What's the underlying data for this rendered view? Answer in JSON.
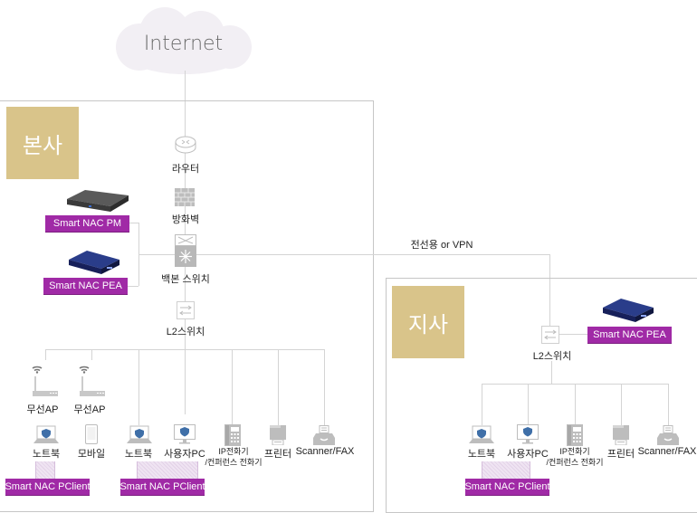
{
  "internet": {
    "label": "Internet"
  },
  "connection": {
    "label": "전선용 or VPN"
  },
  "hq": {
    "title": "본사",
    "core": [
      {
        "id": "router",
        "label": "라우터",
        "icon": "router-icon"
      },
      {
        "id": "firewall",
        "label": "방화벽",
        "icon": "firewall-icon"
      },
      {
        "id": "backbone",
        "label": "백본 스위치",
        "icon": "backbone-switch-icon"
      },
      {
        "id": "l2",
        "label": "L2스위치",
        "icon": "l2-switch-icon"
      }
    ],
    "appliances": [
      {
        "label": "Smart NAC PM",
        "icon": "appliance-gray-icon"
      },
      {
        "label": "Smart NAC PEA",
        "icon": "appliance-blue-icon"
      }
    ],
    "access_points": [
      {
        "label": "무선AP",
        "icon": "wireless-ap-icon"
      },
      {
        "label": "무선AP",
        "icon": "wireless-ap-icon"
      }
    ],
    "endpoints": [
      {
        "label": "노트북",
        "icon": "laptop-icon"
      },
      {
        "label": "모바일",
        "icon": "mobile-icon"
      },
      {
        "label": "노트북",
        "icon": "laptop-icon"
      },
      {
        "label": "사용자PC",
        "icon": "desktop-pc-icon"
      },
      {
        "label": "IP전화기",
        "label2": "/컨퍼런스 전화기",
        "icon": "ip-phone-icon"
      },
      {
        "label": "프린터",
        "icon": "printer-icon"
      },
      {
        "label": "Scanner/FAX",
        "icon": "scanner-fax-icon"
      }
    ],
    "clients": [
      {
        "label": "Smart NAC PClient"
      },
      {
        "label": "Smart NAC PClient"
      }
    ]
  },
  "branch": {
    "title": "지사",
    "l2": {
      "label": "L2스위치",
      "icon": "l2-switch-icon"
    },
    "appliance": {
      "label": "Smart NAC PEA",
      "icon": "appliance-blue-icon"
    },
    "endpoints": [
      {
        "label": "노트북",
        "icon": "laptop-icon"
      },
      {
        "label": "사용자PC",
        "icon": "desktop-pc-icon"
      },
      {
        "label": "IP전화기",
        "label2": "/컨퍼런스 전화기",
        "icon": "ip-phone-icon"
      },
      {
        "label": "프린터",
        "icon": "printer-icon"
      },
      {
        "label": "Scanner/FAX",
        "icon": "scanner-fax-icon"
      }
    ],
    "client": {
      "label": "Smart NAC PClient"
    }
  },
  "colors": {
    "site_label_bg": "#d9c48a",
    "nac_badge_bg": "#a02aa6",
    "line": "#d4d4d4",
    "cloud": "#f2eff4"
  }
}
